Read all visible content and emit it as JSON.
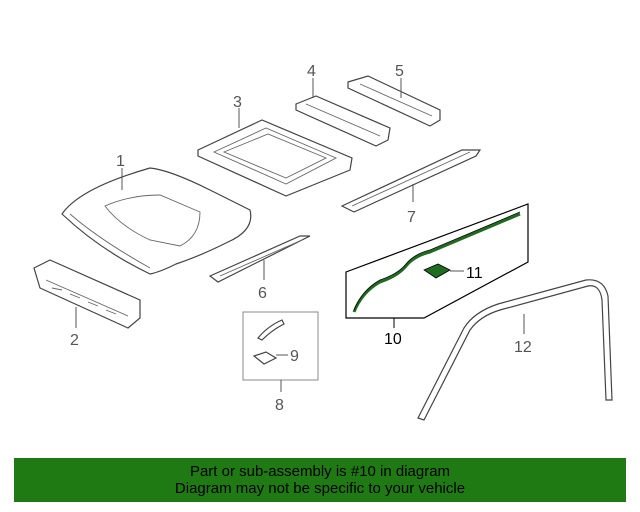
{
  "callouts": {
    "c1": "1",
    "c2": "2",
    "c3": "3",
    "c4": "4",
    "c5": "5",
    "c6": "6",
    "c7": "7",
    "c8": "8",
    "c9": "9",
    "c10": "10",
    "c11": "11",
    "c12": "12"
  },
  "highlight_color": "#1f6b1f",
  "banner": {
    "line1": "Part or sub-assembly is #10 in diagram",
    "line2": "Diagram may not be specific to your vehicle",
    "background": "#1f7a14"
  }
}
